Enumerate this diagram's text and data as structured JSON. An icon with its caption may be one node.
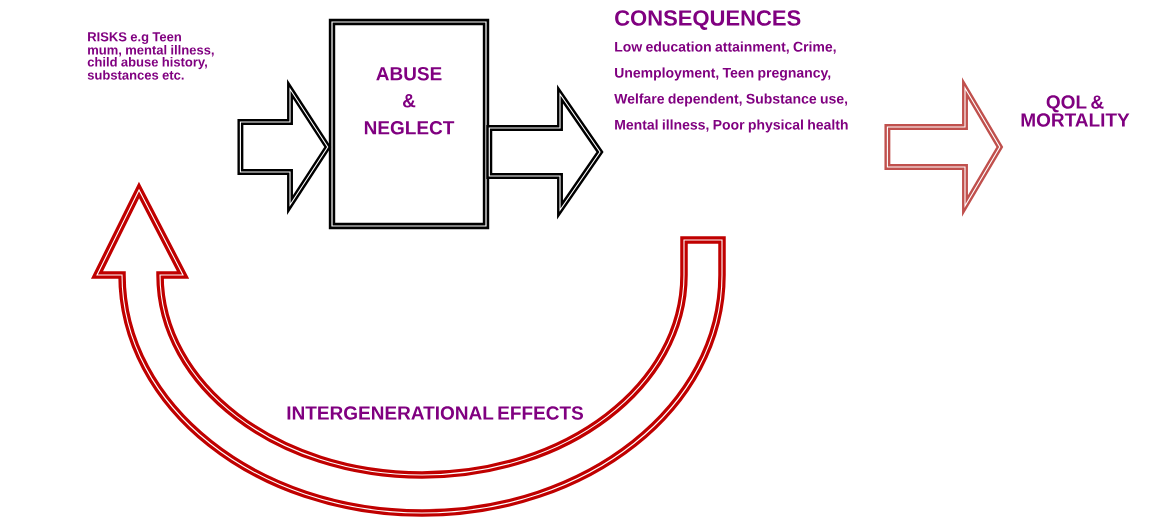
{
  "diagram": {
    "nodes": [
      {
        "text": [
          "RISKS   e.g Teen mum, mental illness, child abuse history, substances etc."
        ]
      },
      {
        "text": [
          "ABUSE & NEGLECT"
        ]
      },
      {
        "text": [
          "CONSEQUENCES",
          "Low education attainment, Crime, Unemployment, Teen pregnancy, Welfare dependent, Substance use, Mental illness, Poor physical health"
        ]
      },
      {
        "text": [
          "QOL & MORTALITY"
        ]
      }
    ],
    "edges": [
      {
        "from": 0,
        "to": 1,
        "arrow": "to"
      },
      {
        "from": 1,
        "to": 2,
        "arrow": "to"
      },
      {
        "from": 2,
        "to": 3,
        "arrow": "to",
        "color": "#c0504d"
      },
      {
        "from": 2,
        "to": 0,
        "arrow": "to",
        "color": "#c00000",
        "label": "INTERGENERATIONAL EFFECTS"
      }
    ]
  }
}
